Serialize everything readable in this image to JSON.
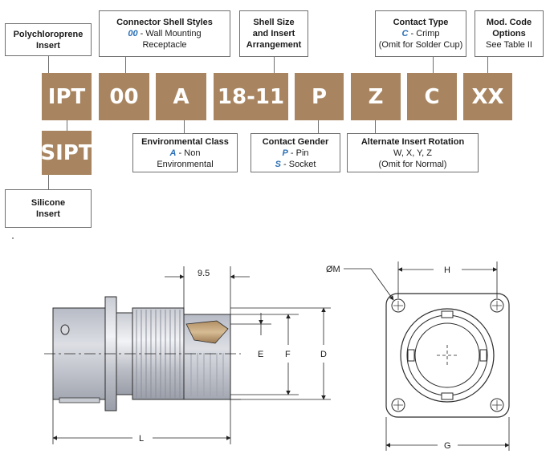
{
  "part_code": {
    "series_ipt": "IPT",
    "series_sipt": "SIPT",
    "shell_style": "00",
    "environmental": "A",
    "size_arrangement": "18-11",
    "gender": "P",
    "rotation": "Z",
    "contact_type": "C",
    "mod_code": "XX"
  },
  "labels": {
    "polychloroprene": {
      "line1": "Polychloroprene",
      "line2": "Insert"
    },
    "shell_styles": {
      "title": "Connector Shell Styles",
      "key": "00",
      "desc1": " - Wall Mounting",
      "desc2": "Receptacle"
    },
    "shell_size": {
      "line1": "Shell Size",
      "line2": "and Insert",
      "line3": "Arrangement"
    },
    "contact_type": {
      "title": "Contact Type",
      "key": "C",
      "desc": " - Crimp",
      "note": "(Omit for Solder Cup)"
    },
    "mod_code": {
      "line1": "Mod. Code",
      "line2": "Options",
      "line3": "See Table II"
    },
    "environmental": {
      "title": "Environmental Class",
      "key": "A",
      "desc1": " - Non",
      "desc2": "Environmental"
    },
    "gender": {
      "title": "Contact Gender",
      "key_p": "P",
      "desc_p": " - Pin",
      "key_s": "S",
      "desc_s": " - Socket"
    },
    "rotation": {
      "title": "Alternate Insert Rotation",
      "values": "W, X, Y, Z",
      "note": "(Omit for Normal)"
    },
    "silicone": {
      "line1": "Silicone",
      "line2": "Insert"
    }
  },
  "dimensions": {
    "dim_9_5": "9.5",
    "dim_e": "E",
    "dim_f": "F",
    "dim_d": "D",
    "dim_l": "L",
    "dim_m": "ØM",
    "dim_h": "H",
    "dim_g": "G"
  },
  "colors": {
    "code_fill": "#a88560",
    "key_text": "#2a6fb5",
    "line": "#6f6f6f"
  }
}
